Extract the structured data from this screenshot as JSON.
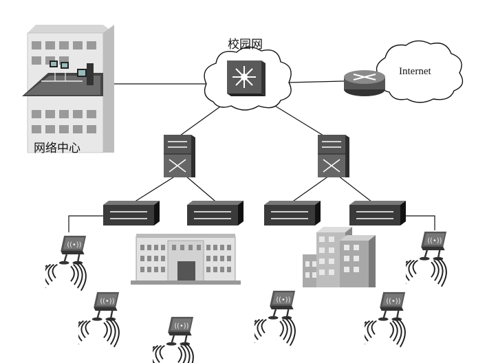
{
  "diagram": {
    "labels": {
      "campus_network": "校园网",
      "internet": "Internet",
      "network_center": "网络中心"
    },
    "nodes": [
      {
        "id": "network-center-building",
        "type": "building"
      },
      {
        "id": "campus-core-switch",
        "type": "cloud-multilayer-switch"
      },
      {
        "id": "internet-router",
        "type": "cloud-router"
      },
      {
        "id": "distribution-switch-left",
        "type": "stacked-switch"
      },
      {
        "id": "distribution-switch-right",
        "type": "stacked-switch"
      },
      {
        "id": "access-switch-1",
        "type": "access-switch"
      },
      {
        "id": "access-switch-2",
        "type": "access-switch"
      },
      {
        "id": "access-switch-3",
        "type": "access-switch"
      },
      {
        "id": "access-switch-4",
        "type": "access-switch"
      },
      {
        "id": "wireless-ap-1",
        "type": "access-point"
      },
      {
        "id": "wireless-ap-2",
        "type": "access-point"
      },
      {
        "id": "wireless-ap-3",
        "type": "access-point"
      },
      {
        "id": "wireless-ap-4",
        "type": "access-point"
      },
      {
        "id": "wireless-ap-5",
        "type": "access-point"
      },
      {
        "id": "wireless-ap-6",
        "type": "access-point"
      },
      {
        "id": "classical-building",
        "type": "building"
      },
      {
        "id": "office-tower",
        "type": "building"
      }
    ],
    "links": [
      [
        "network-center-building",
        "campus-core-switch"
      ],
      [
        "campus-core-switch",
        "internet-router"
      ],
      [
        "campus-core-switch",
        "distribution-switch-left"
      ],
      [
        "campus-core-switch",
        "distribution-switch-right"
      ],
      [
        "distribution-switch-left",
        "access-switch-1"
      ],
      [
        "distribution-switch-left",
        "access-switch-2"
      ],
      [
        "distribution-switch-right",
        "access-switch-3"
      ],
      [
        "distribution-switch-right",
        "access-switch-4"
      ],
      [
        "access-switch-1",
        "wireless-ap-1"
      ],
      [
        "access-switch-4",
        "wireless-ap-6"
      ]
    ]
  }
}
